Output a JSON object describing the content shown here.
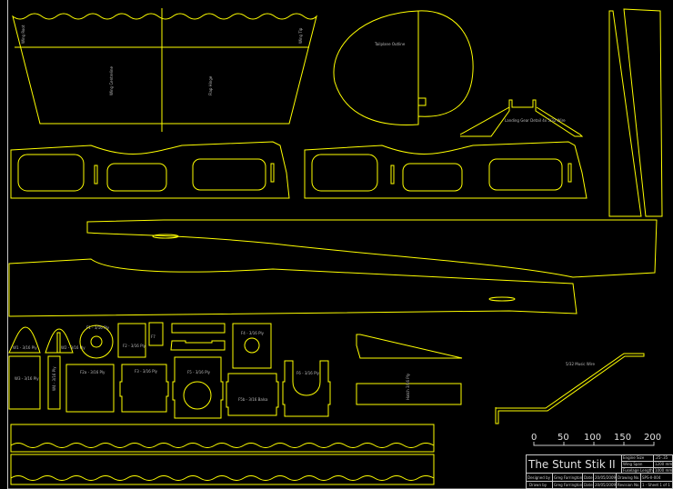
{
  "drawing": {
    "title": "The Stunt Stik II",
    "line_color": "#ffff00",
    "background": "#000000"
  },
  "title_block": {
    "fields": [
      {
        "label": "Engine Size",
        "value": ".25-.35"
      },
      {
        "label": "Wing Span",
        "value": "1200 mm"
      },
      {
        "label": "Fuselage Length",
        "value": "1000 mm"
      }
    ],
    "rows": [
      {
        "label": "Designed by",
        "name": "Greg Farrington",
        "date_label": "Date",
        "date": "20/05/2009",
        "ref_label": "Drawing No.",
        "ref": "SPS-II-004"
      },
      {
        "label": "Drawn by",
        "name": "Greg Farrington",
        "date_label": "Date",
        "date": "20/05/2009",
        "ref_label": "Revision No.",
        "ref": "1 - Sheet 1 of 1"
      }
    ]
  },
  "scale_bar": {
    "ticks": [
      "0",
      "50",
      "100",
      "150",
      "200"
    ]
  },
  "labels": {
    "wing_root": "Wing Root",
    "wing_tip": "Wing Tip",
    "wing_center": "Wing Centreline",
    "flap": "Flap Hinge",
    "tailplane": "Tailplane Outline",
    "landing_gear": "Landing Gear Detail 4x 5/32 Wire",
    "wire": "5/32 Music Wire",
    "parts": [
      "W1 - 3/16 Ply",
      "W2 - 3/16 Ply",
      "F1 - 3/16 Ply",
      "F2 - 3/16 Ply",
      "F2a - 3/16 Ply",
      "F3 - 3/16 Ply",
      "F4 - 3/16 Ply",
      "F5 - 3/16 Ply",
      "F5b - 3/16 Balsa",
      "F6 - 3/16 Ply",
      "F7",
      "W3 - 3/16 Ply",
      "W4 - 3/16 Ply",
      "Hatch 3/16 Ply"
    ]
  }
}
